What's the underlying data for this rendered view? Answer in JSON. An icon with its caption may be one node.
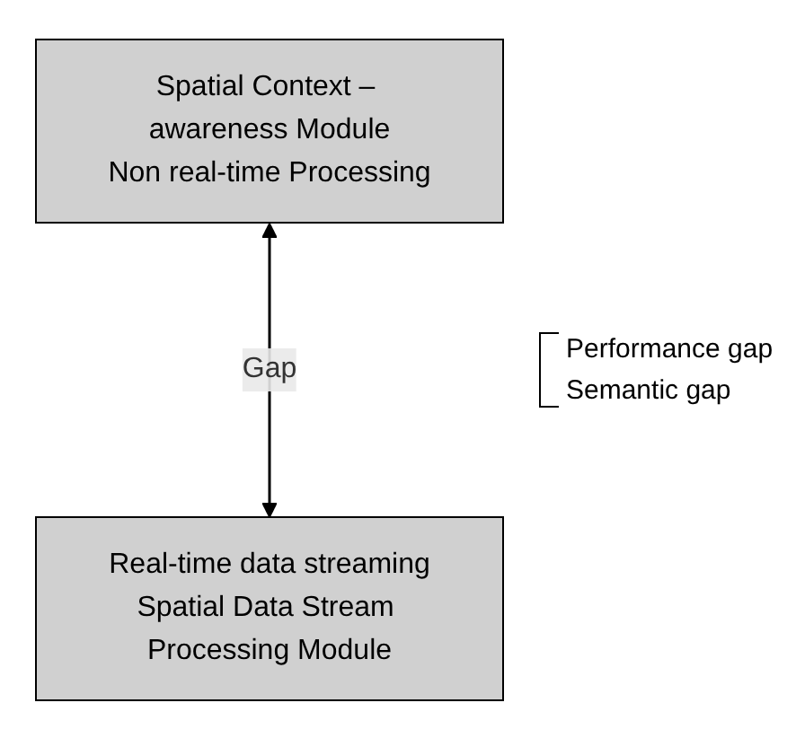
{
  "diagram": {
    "nodes": [
      {
        "text": [
          "Spatial Context – awareness Module",
          "Non real-time Processing"
        ]
      },
      {
        "text": [
          "Real-time data streaming",
          "Spatial Data Stream Processing Module"
        ]
      }
    ],
    "edges": [
      {
        "from": 0,
        "to": 1,
        "arrow": "both",
        "label": "Gap"
      }
    ],
    "labels": [
      "Performance gap",
      "Semantic gap"
    ]
  }
}
